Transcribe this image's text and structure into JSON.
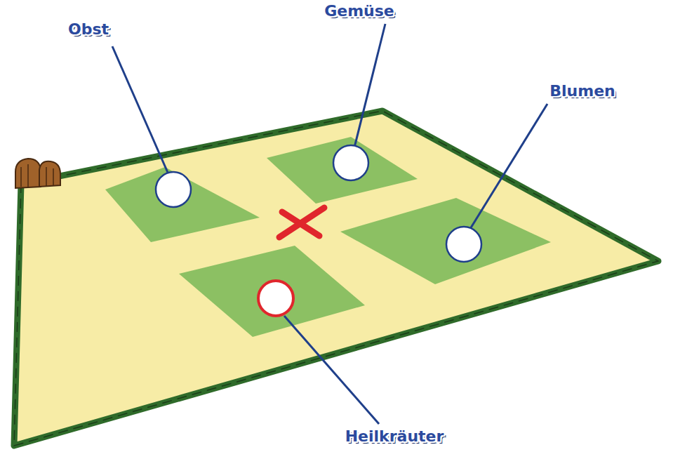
{
  "diagram": {
    "labels": [
      "Obst",
      "Gemüse",
      "Blumen",
      "Heilkräuter"
    ]
  }
}
